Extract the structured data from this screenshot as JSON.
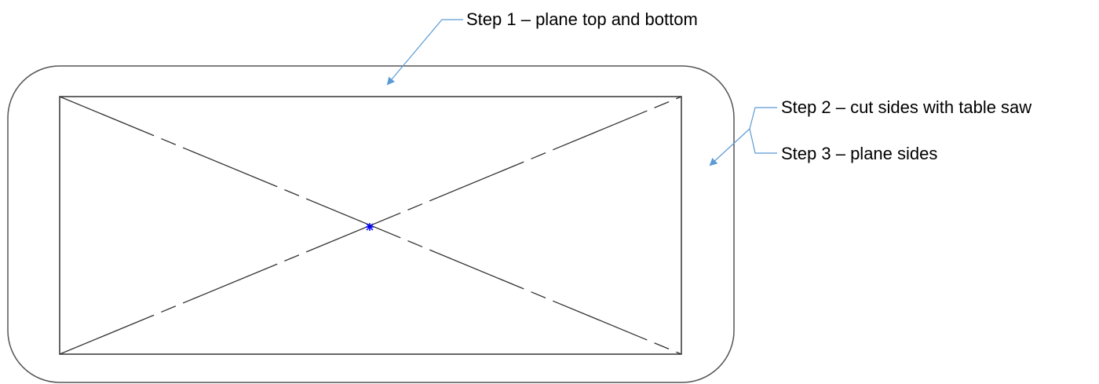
{
  "callouts": {
    "step1": "Step 1 – plane top and bottom",
    "step2": "Step 2 – cut sides with table saw",
    "step3": "Step 3 – plane sides"
  },
  "colors": {
    "outline": "#555555",
    "leader": "#5b9bd5",
    "center_mark": "#0000ff"
  }
}
